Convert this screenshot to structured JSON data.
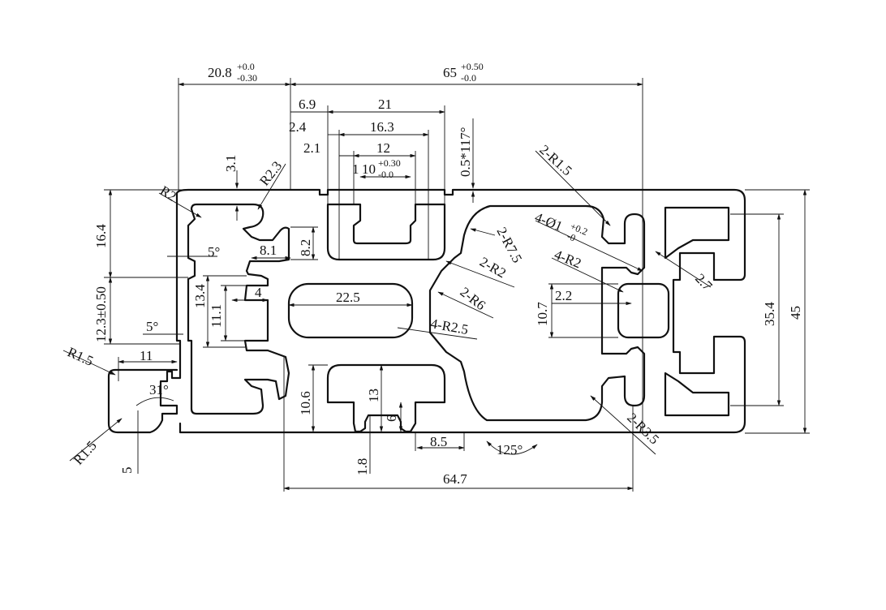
{
  "drawing": {
    "labels": {
      "w20_8": "20.8",
      "w20_8_upper": "+0.0",
      "w20_8_lower": "-0.30",
      "w65": "65",
      "w65_upper": "+0.50",
      "w65_lower": "-0.0",
      "d6_9": "6.9",
      "d21": "21",
      "d2_4": "2.4",
      "d16_3": "16.3",
      "d2_1": "2.1",
      "d12": "12",
      "d1": "1",
      "d10": "10",
      "d10_upper": "+0.30",
      "d10_lower": "-0.0",
      "d05x117": "0.5*117°",
      "d3_1": "3.1",
      "r2_3": "R2.3",
      "r2": "R2",
      "d16_4": "16.4",
      "a5_top": "5°",
      "d8_1": "8.1",
      "d8_2": "8.2",
      "d13_4": "13.4",
      "d4": "4",
      "d11_1": "11.1",
      "d12_3": "12.3±0.50",
      "a5_bottom": "5°",
      "r1_5_left": "R1.5",
      "d11": "11",
      "a31": "31°",
      "r1_5_bottom": "R1.5",
      "d5": "5",
      "d22_5": "22.5",
      "r2_r2": "2-R2",
      "r2_r7_5": "2-R7.5",
      "r2_r6": "2-R6",
      "r4_r2_5": "4-R2.5",
      "d10_6": "10.6",
      "d13": "13",
      "d6": "6",
      "d1_8": "1.8",
      "d8_5": "8.5",
      "a125": "125°",
      "d64_7": "64.7",
      "r2_r1_5": "2-R1.5",
      "hole": "4-Ø1",
      "hole_upper": "+0.2",
      "hole_lower": "-0",
      "r4_r2": "4-R2",
      "d2_2": "2.2",
      "d10_7": "10.7",
      "d2_7": "2.7",
      "d35_4": "35.4",
      "d45": "45",
      "r2_r3_5": "2-R3.5"
    }
  }
}
